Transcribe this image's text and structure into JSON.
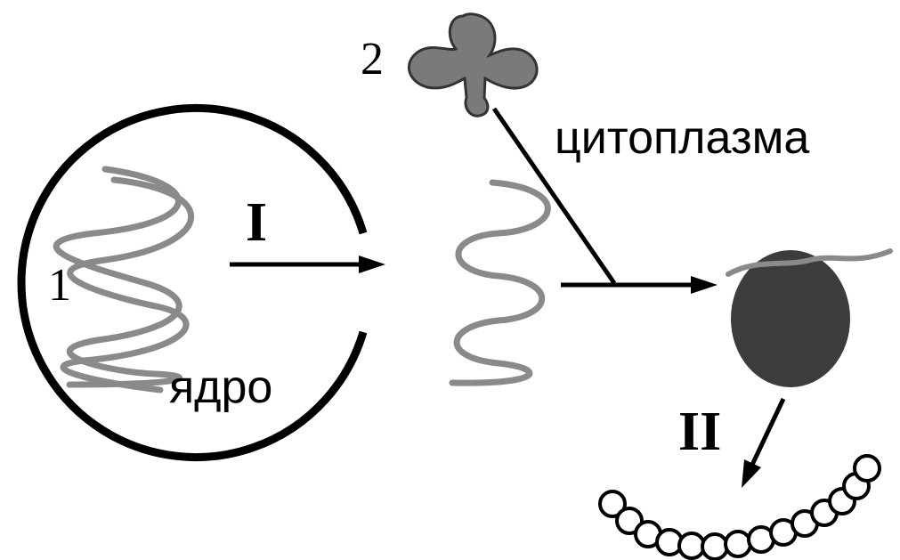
{
  "labels": {
    "dna_number": "1",
    "trna_number": "2",
    "nucleus": "ядро",
    "cytoplasm": "цитоплазма",
    "stage_one": "I",
    "stage_two": "II"
  },
  "colors": {
    "line": "#000000",
    "strand": "#8a8a8a",
    "trna_fill": "#7a7a7a",
    "ribosome_fill": "#3c3c3c",
    "bead_fill": "#ffffff"
  }
}
